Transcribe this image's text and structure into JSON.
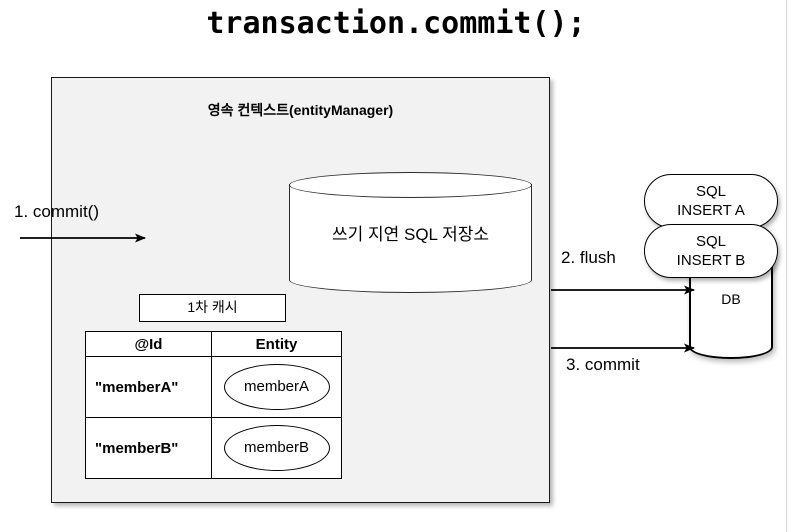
{
  "title": "transaction.commit();",
  "persistence_context": {
    "heading": "영속 컨텍스트(entityManager)",
    "sql_store_label": "쓰기 지연 SQL 저장소",
    "cache_tab_label": "1차 캐시",
    "cache_table": {
      "headers": [
        "@Id",
        "Entity"
      ],
      "rows": [
        {
          "id": "\"memberA\"",
          "entity": "memberA"
        },
        {
          "id": "\"memberB\"",
          "entity": "memberB"
        }
      ]
    }
  },
  "database": {
    "label": "DB",
    "sql_statements": [
      {
        "line1": "SQL",
        "line2": "INSERT A"
      },
      {
        "line1": "SQL",
        "line2": "INSERT B"
      }
    ]
  },
  "flow_labels": {
    "step1": "1. commit()",
    "step2": "2. flush",
    "step3": "3. commit"
  },
  "colors": {
    "context_fill": "#f2f2f2",
    "stroke": "#000000",
    "shape_fill": "#ffffff",
    "page_background": "#ffffff"
  }
}
